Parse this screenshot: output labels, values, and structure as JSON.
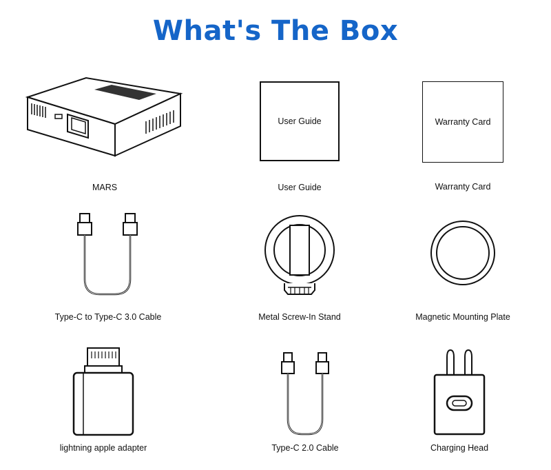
{
  "page": {
    "title": "What's The Box",
    "title_color": "#1565c8"
  },
  "items": [
    {
      "label": "MARS",
      "icon": "projector-icon"
    },
    {
      "label": "User Guide",
      "icon": "user-guide-icon",
      "box_text": "User Guide"
    },
    {
      "label": "Warranty Card",
      "icon": "warranty-card-icon",
      "box_text": "Warranty Card"
    },
    {
      "label": "Type-C to Type-C 3.0 Cable",
      "icon": "usb-c-cable-icon"
    },
    {
      "label": "Metal Screw-In Stand",
      "icon": "stand-icon"
    },
    {
      "label": "Magnetic Mounting Plate",
      "icon": "mounting-plate-icon"
    },
    {
      "label": "lightning apple adapter",
      "icon": "lightning-adapter-icon"
    },
    {
      "label": "Type-C 2.0 Cable",
      "icon": "usb-c-cable-icon"
    },
    {
      "label": "Charging Head",
      "icon": "charger-icon"
    }
  ]
}
